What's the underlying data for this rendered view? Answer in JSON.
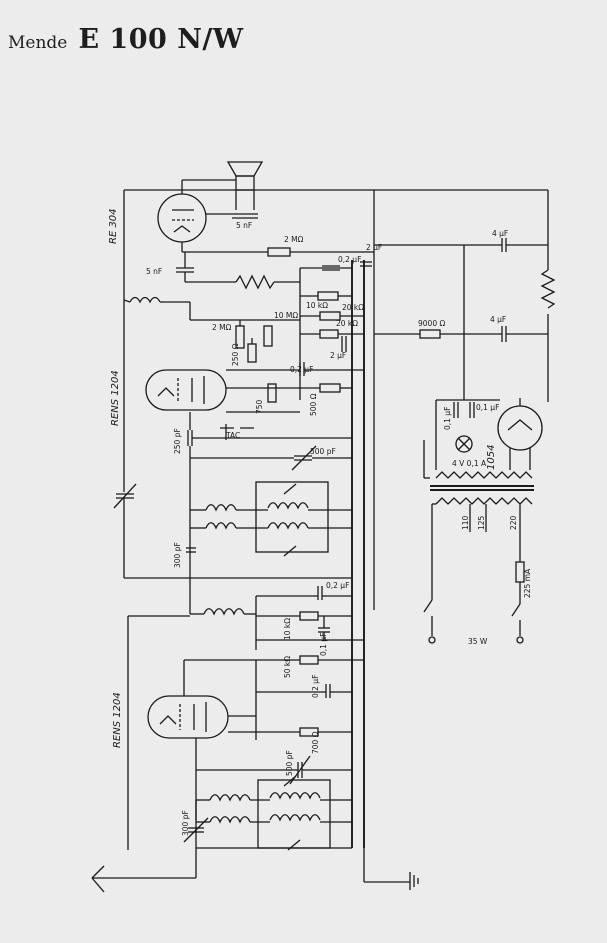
{
  "title": {
    "brand": "Mende",
    "model": "E 100 N/W"
  },
  "tubes": {
    "output": "RE 304",
    "detector": "RENS 1204",
    "hf": "RENS 1204",
    "rectifier": "1054"
  },
  "labels": {
    "c5nf_top": "5 nF",
    "r2m_top": "2 MΩ",
    "c2uf_top": "2 μF",
    "c5nf_left": "5 nF",
    "c02_a": "0,2 μF",
    "r10k_a": "10 kΩ",
    "r20k_a": "20 kΩ",
    "r2m_grid": "2 MΩ",
    "r10m": "10 MΩ",
    "r20k_b": "20 kΩ",
    "r250a": "250 Ω",
    "c2uf_b": "2 μF",
    "c02_b": "0,2 μF",
    "r750": "750",
    "r500": "500 Ω",
    "c250pf": "250 pF",
    "tac": "TAC",
    "c500pf_a": "500 pF",
    "c300pf_a": "300 pF",
    "r9000": "9000 Ω",
    "c4uf_a": "4 μF",
    "c4uf_b": "4 μF",
    "c01_a": "0,1 μF",
    "c01_b": "0,1 μF",
    "lamp": "4 V 0,1 A",
    "tap110": "110",
    "tap125": "125",
    "tap220": "220",
    "fuse": "225 mA",
    "watt": "35 W",
    "c02_c": "0,2 μF",
    "r10k_c": "10 kΩ",
    "c01_c": "0,1 μF",
    "r50k": "50 kΩ",
    "c02_d": "0,2 μF",
    "r700": "700 Ω",
    "c500pf_b": "500 pF",
    "c300pf_b": "300 pF"
  }
}
